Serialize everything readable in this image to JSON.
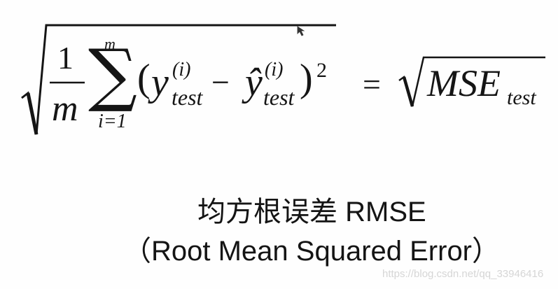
{
  "formula": {
    "fraction_numerator": "1",
    "fraction_denominator": "m",
    "sum_symbol": "∑",
    "sum_upper": "m",
    "sum_lower": "i=1",
    "open_paren": "(",
    "y": "y",
    "y_superscript": "(i)",
    "y_subscript": "test",
    "minus": "−",
    "y_hat": "ŷ",
    "y_hat_superscript": "(i)",
    "y_hat_subscript": "test",
    "close_paren": ")",
    "exponent": "2",
    "equals": "=",
    "mse": "MSE",
    "mse_subscript": "test"
  },
  "caption": {
    "chinese_title": "均方根误差 RMSE",
    "english_title": "（Root Mean Squared Error）"
  },
  "watermark": "https://blog.csdn.net/qq_33946416",
  "colors": {
    "text": "#151515",
    "background": "#fefefe",
    "watermark": "#d6d6d6"
  }
}
